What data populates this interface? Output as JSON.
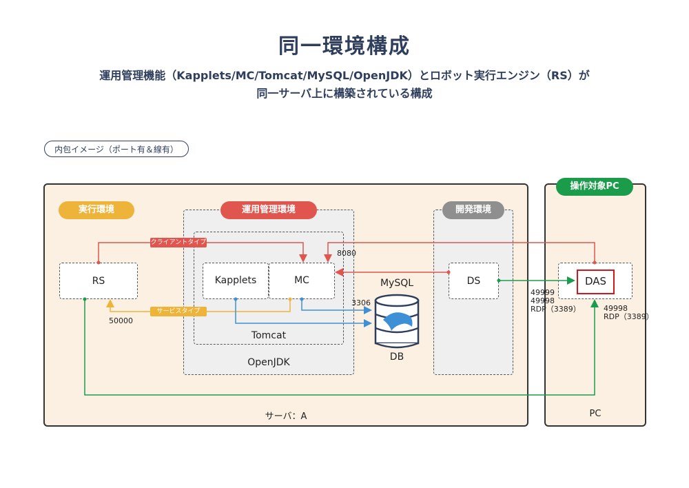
{
  "header": {
    "title": "同一環境構成",
    "subtitle_line1": "運用管理機能（Kapplets/MC/Tomcat/MySQL/OpenJDK）とロボット実行エンジン（RS）が",
    "subtitle_line2": "同一サーバ上に構築されている構成"
  },
  "legend_pill": "内包イメージ（ポート有＆線有）",
  "server": {
    "label": "サーバ：A",
    "exec_env": "実行環境",
    "ops_env": "運用管理環境",
    "dev_env": "開発環境",
    "rs": "RS",
    "kapplets": "Kapplets",
    "mc": "MC",
    "tomcat": "Tomcat",
    "openjdk": "OpenJDK",
    "mysql": "MySQL",
    "db": "DB",
    "ds": "DS"
  },
  "pc": {
    "header": "操作対象PC",
    "label": "PC",
    "das": "DAS"
  },
  "tags": {
    "client_type": "クライアントタイプ",
    "service_type": "サービスタイプ"
  },
  "ports": {
    "p8080": "8080",
    "p3306": "3306",
    "p50000": "50000",
    "ds_ports_1": "49999",
    "ds_ports_2": "49998",
    "ds_ports_3": "RDP（3389）",
    "pc_ports_1": "49998",
    "pc_ports_2": "RDP（3389）"
  },
  "colors": {
    "red": "#e0554e",
    "orange": "#eeb43a",
    "blue": "#3d8fd6",
    "green": "#1a9c4a",
    "gray": "#8f8f8f",
    "navy": "#2f3e5c"
  }
}
